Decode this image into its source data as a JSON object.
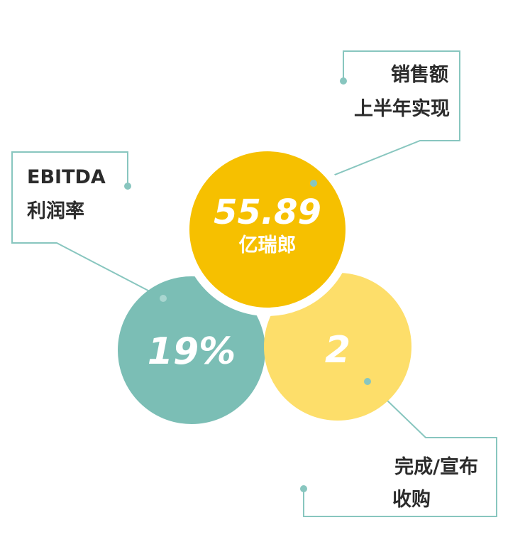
{
  "colors": {
    "sales": "#f6c000",
    "ebitda": "#7bbeb5",
    "acquisitions": "#fdde6a",
    "connector": "#88c6bf",
    "text": "#2b2b2b",
    "circle_text": "#ffffff"
  },
  "sales": {
    "label_line1": "销售额",
    "label_line2": "上半年实现",
    "value": "55.89",
    "unit": "亿瑞郎"
  },
  "ebitda": {
    "label_line1": "EBITDA",
    "label_line2": "利润率",
    "value": "19%"
  },
  "acquisitions": {
    "label_line1": "完成/宣布",
    "label_line2": "收购",
    "value": "2"
  }
}
